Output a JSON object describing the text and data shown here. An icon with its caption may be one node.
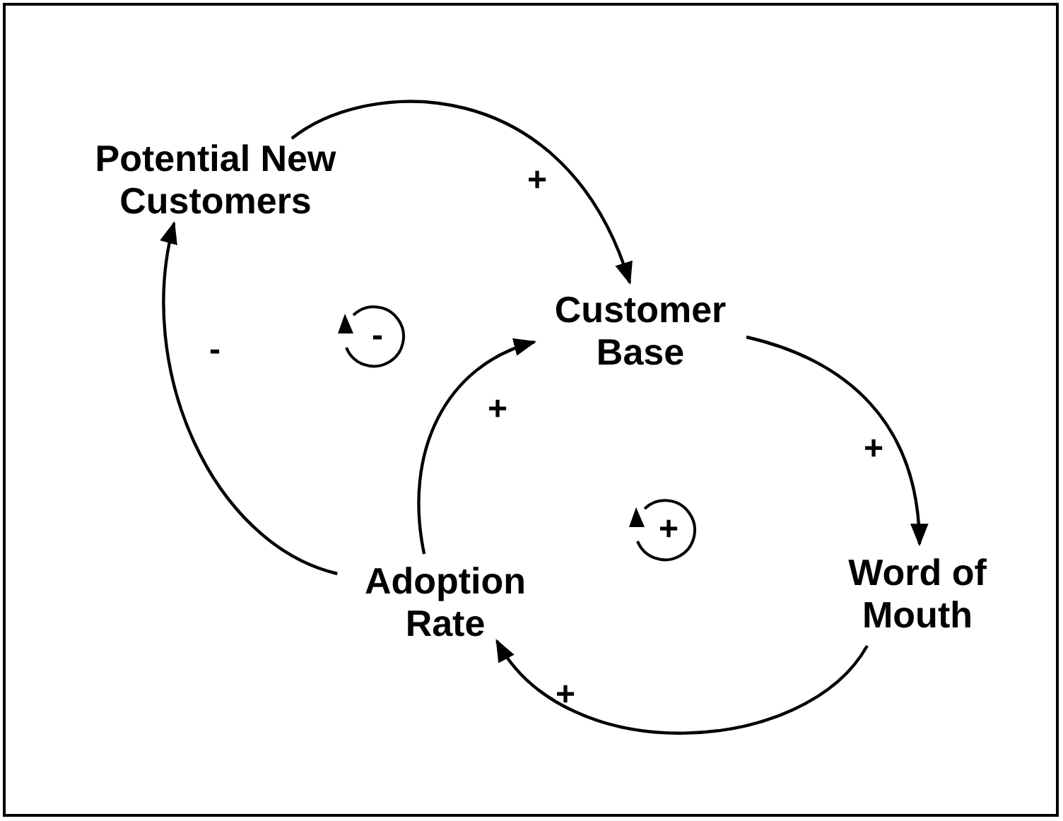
{
  "diagram": {
    "nodes": [
      {
        "text": [
          "Potential New Customers"
        ]
      },
      {
        "text": [
          "Customer Base"
        ]
      },
      {
        "text": [
          "Word of Mouth"
        ]
      },
      {
        "text": [
          "Adoption Rate"
        ]
      }
    ],
    "edges": [
      {
        "from": 0,
        "to": 1,
        "arrow": "to",
        "label": "+"
      },
      {
        "from": 1,
        "to": 2,
        "arrow": "to",
        "label": "+"
      },
      {
        "from": 2,
        "to": 3,
        "arrow": "to",
        "label": "+"
      },
      {
        "from": 3,
        "to": 1,
        "arrow": "to",
        "label": "+"
      },
      {
        "from": 3,
        "to": 0,
        "arrow": "to",
        "label": "-"
      }
    ],
    "labels": [
      "-",
      "+"
    ]
  }
}
